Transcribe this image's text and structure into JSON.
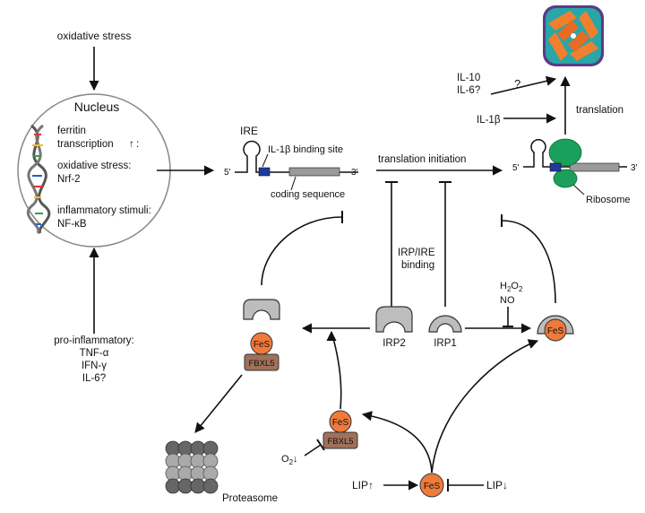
{
  "colors": {
    "fes": "#f07a3c",
    "fbxl5": "#a0705a",
    "ribosome": "#1aa05a",
    "ire_site": "#1e3aa0",
    "coding": "#9a9a9a",
    "irp": "#bdbdbd",
    "line": "#111111"
  },
  "labels": {
    "oxidative_stress_top": "oxidative stress",
    "nucleus": "Nucleus",
    "ferritin": "ferritin",
    "transcription": "transcription",
    "up_arrow": "↑",
    "colon": ":",
    "ox_stress": "oxidative stress:",
    "nrf2": "Nrf-2",
    "inflam_stimuli": "inflammatory stimuli:",
    "nfkb": "NF-κB",
    "pro_inflam": "pro-inflammatory:",
    "tnf": "TNF-α",
    "ifn": "IFN-γ",
    "il6q": "IL-6?",
    "ire": "IRE",
    "il1b_site": "IL-1β binding site",
    "five_prime": "5'",
    "three_prime": "3'",
    "coding_sequence": "coding sequence",
    "translation_initiation": "translation initiation",
    "irp_ire_1": "IRP/IRE",
    "irp_ire_2": "binding",
    "il10": "IL-10",
    "il6": "IL-6?",
    "question": "?",
    "il1b": "IL-1β",
    "translation": "translation",
    "ribosome": "Ribosome",
    "h2o2_base": "H",
    "h2o2_sub1": "2",
    "h2o2_o": "O",
    "h2o2_sub2": "2",
    "no": "NO",
    "irp2": "IRP2",
    "irp1": "IRP1",
    "fes": "FeS",
    "fbxl5": "FBXL5",
    "o2_base": "O",
    "o2_sub": "2",
    "o2_arrow": "↓",
    "lip_up": "LIP↑",
    "lip_down": "LIP↓",
    "proteasome": "Proteasome"
  }
}
